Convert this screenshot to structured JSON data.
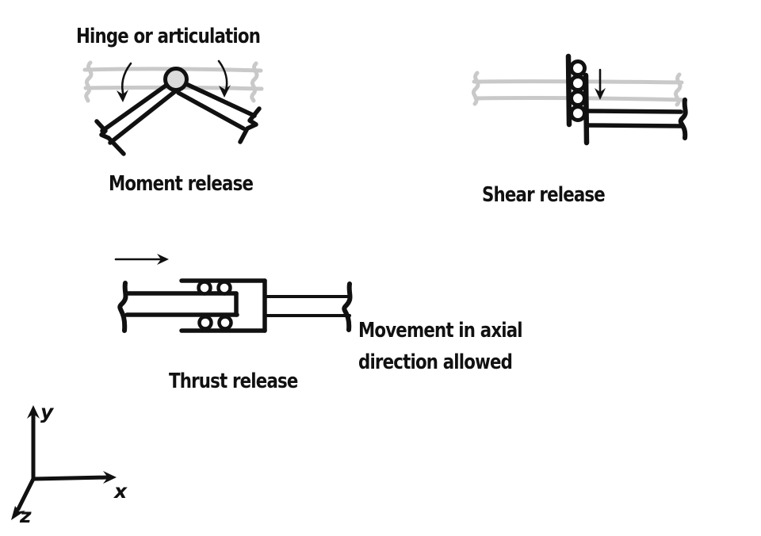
{
  "colors": {
    "ink": "#111111",
    "faded": "#c9c9c9",
    "hinge_fill": "#dcdcdc",
    "background": "#ffffff"
  },
  "labels": {
    "hinge_title": "Hinge or articulation",
    "moment_caption": "Moment release",
    "shear_caption": "Shear release",
    "thrust_caption": "Thrust release",
    "axial_note_line1": "Movement in axial",
    "axial_note_line2": "direction allowed"
  },
  "axes": {
    "x": "x",
    "y": "y",
    "z": "z"
  }
}
